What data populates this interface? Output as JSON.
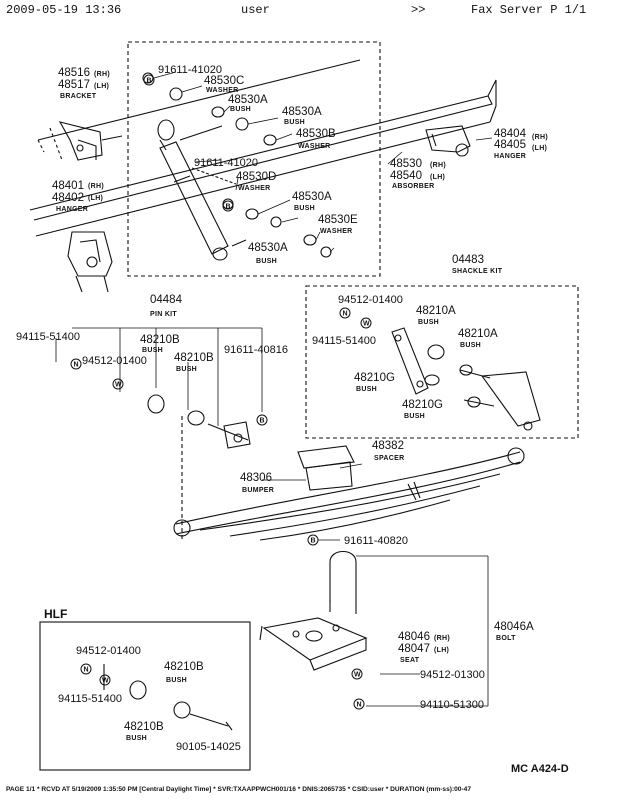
{
  "header": {
    "datetime": "2009-05-19 13:36",
    "user": "user",
    "arrows": ">>",
    "fax": "Fax Server  P 1/1"
  },
  "parts": {
    "p48516": "48516",
    "rh1": "(RH)",
    "p48517": "48517",
    "lh1": "(LH)",
    "bracket": "BRACKET",
    "p91611_41020_a": "91611-41020",
    "p48530C": "48530C",
    "washer_c": "WASHER",
    "p48530A_1": "48530A",
    "bush_a1": "BUSH",
    "p48530A_2": "48530A",
    "bush_a2": "BUSH",
    "p48530B": "48530B",
    "washer_b": "WASHER",
    "p91611_41020_b": "91611-41020",
    "p48530D": "48530D",
    "washer_d": "WASHER",
    "p48530A_3": "48530A",
    "bush_a3": "BUSH",
    "p48530E": "48530E",
    "washer_e": "WASHER",
    "p48530A_4": "48530A",
    "bush_a4": "BUSH",
    "p48401": "48401",
    "rh2": "(RH)",
    "p48402": "48402",
    "lh2": "(LH)",
    "hanger_l": "HANGER",
    "p48404": "48404",
    "rh3": "(RH)",
    "p48405": "48405",
    "lh3": "(LH)",
    "hanger_r": "HANGER",
    "p48530": "48530",
    "rh4": "(RH)",
    "p48540": "48540",
    "lh4": "(LH)",
    "absorber": "ABSORBER",
    "p04483": "04483",
    "shackle_kit": "SHACKLE KIT",
    "p94512_01400_a": "94512-01400",
    "p94115_51400_a": "94115-51400",
    "p48210A_1": "48210A",
    "bush_s1": "BUSH",
    "p48210A_2": "48210A",
    "bush_s2": "BUSH",
    "p48210G_1": "48210G",
    "bush_s3": "BUSH",
    "p48210G_2": "48210G",
    "bush_s4": "BUSH",
    "p04484": "04484",
    "pin_kit": "PIN KIT",
    "p94115_51400_b": "94115-51400",
    "p94512_01400_b": "94512-01400",
    "p48210B_1": "48210B",
    "bush_p1": "BUSH",
    "p48210B_2": "48210B",
    "bush_p2": "BUSH",
    "p91611_40816": "91611-40816",
    "p48382": "48382",
    "spacer": "SPACER",
    "p48306": "48306",
    "bumper": "BUMPER",
    "p91611_40820": "91611-40820",
    "p48046A": "48046A",
    "bolt": "BOLT",
    "p48046": "48046",
    "rh5": "(RH)",
    "p48047": "48047",
    "lh5": "(LH)",
    "seat": "SEAT",
    "p94512_01300": "94512-01300",
    "p94110_51300": "94110-51300",
    "hlf": "HLF",
    "p94512_01400_c": "94512-01400",
    "p94115_51400_c": "94115-51400",
    "p48210B_3": "48210B",
    "bush_h1": "BUSH",
    "p48210B_4": "48210B",
    "bush_h2": "BUSH",
    "p90105_14025": "90105-14025"
  },
  "symbols": {
    "b": "B",
    "n": "N",
    "w": "W"
  },
  "code": "MC  A424-D",
  "footer": "PAGE 1/1 * RCVD AT 5/19/2009 1:35:50 PM [Central Daylight Time] * SVR:TXAAPPWCH001/16 * DNIS:2065735 * CSID:user * DURATION (mm-ss):00-47"
}
